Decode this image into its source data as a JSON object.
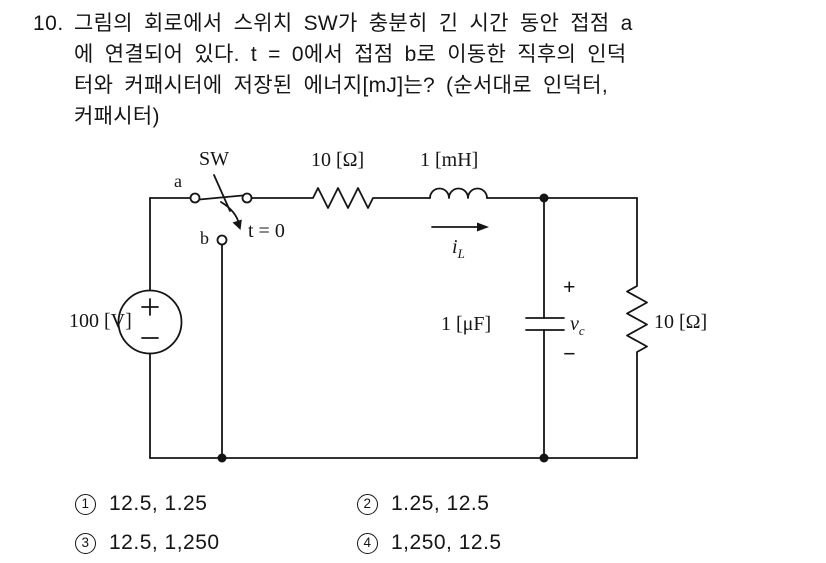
{
  "question": {
    "number": "10.",
    "lines": [
      "그림의 회로에서 스위치 SW가 충분히 긴 시간 동안 접점 a",
      "에 연결되어 있다. t = 0에서 접점 b로 이동한 직후의 인덕",
      "터와 커패시터에 저장된 에너지[mJ]는? (순서대로 인덕터,",
      "커패시터)"
    ]
  },
  "circuit": {
    "source_label": "100 [V]",
    "switch_label": "SW",
    "contact_a": "a",
    "contact_b": "b",
    "switch_time": "t = 0",
    "resistor_top": "10 [Ω]",
    "inductor": "1 [mH]",
    "inductor_current": {
      "symbol": "i",
      "subscript": "L"
    },
    "capacitor": "1 [μF]",
    "capacitor_plus": "+",
    "capacitor_voltage": {
      "symbol": "v",
      "subscript": "c"
    },
    "capacitor_minus": "−",
    "resistor_right": "10 [Ω]"
  },
  "choices": [
    {
      "number": "1",
      "label": "12.5, 1.25"
    },
    {
      "number": "2",
      "label": "1.25, 12.5"
    },
    {
      "number": "3",
      "label": "12.5, 1,250"
    },
    {
      "number": "4",
      "label": "1,250, 12.5"
    }
  ],
  "colors": {
    "ink": "#151515",
    "background": "#ffffff"
  }
}
